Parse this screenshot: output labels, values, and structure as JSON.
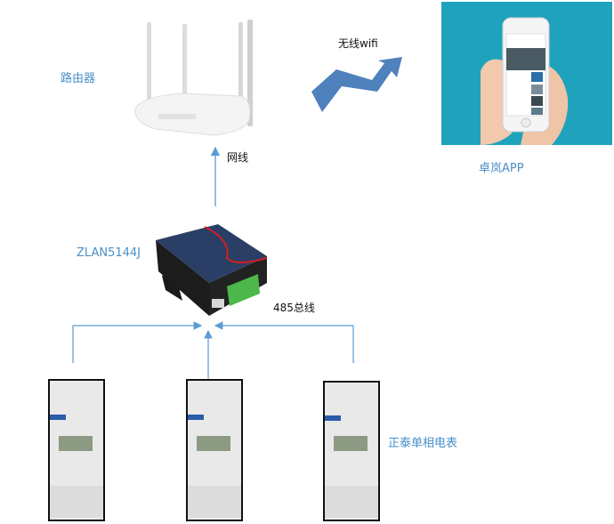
{
  "labels": {
    "router": "路由器",
    "ethernet": "网线",
    "wifi": "无线wifi",
    "app": "卓岚APP",
    "device": "ZLAN5144J",
    "bus": "485总线",
    "meters": "正泰单相电表"
  },
  "meter_brand": "CHINT",
  "meter_count": 3,
  "colors": {
    "label_blue": "#4a8fc8",
    "connector_blue": "#5b9bd5",
    "wifi_arrow": "#4f81bd",
    "app_background": "#1fa3bd"
  }
}
